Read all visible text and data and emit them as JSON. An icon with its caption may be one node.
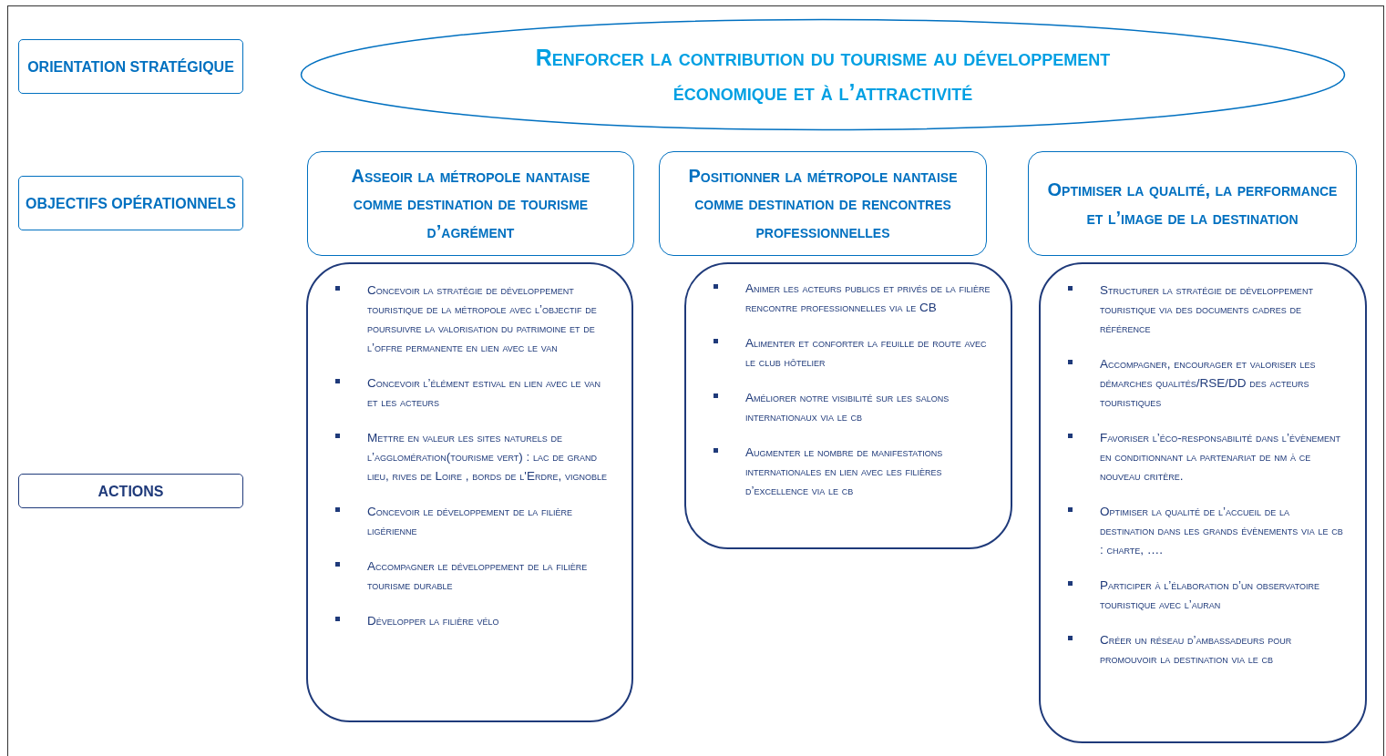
{
  "diagram": {
    "nodes": [
      {
        "text": [
          "ORIENTATION STRATÉGIQUE"
        ]
      },
      {
        "text": [
          "OBJECTIFS OPÉRATIONNELS"
        ]
      },
      {
        "text": [
          "ACTIONS"
        ]
      },
      {
        "text": [
          "Renforcer la contribution du tourisme au développement économique et à l’attractivité"
        ]
      },
      {
        "text": [
          "Asseoir la métropole nantaise comme destination de tourisme d’agrément"
        ]
      },
      {
        "text": [
          "Positionner la métropole nantaise comme destination de rencontres professionnelles"
        ]
      },
      {
        "text": [
          "Optimiser la qualité, la performance et l’image de la destination"
        ]
      },
      {
        "text": [
          "Concevoir la stratégie de développement touristique de la métropole avec l’objectif de poursuivre la valorisation du patrimoine et de l’offre permanente en lien avec le van",
          "Concevoir l’élément estival en lien avec le van et les acteurs",
          "Mettre en valeur les sites naturels de l’agglomération(tourisme vert) : lac de grand lieu, rives de Loire , bords de l'Erdre, vignoble",
          "Concevoir le développement de la filière ligérienne",
          "Accompagner le développement de la filière tourisme durable",
          "Développer la filière vélo"
        ]
      },
      {
        "text": [
          "Animer les acteurs publics et privés de la filière rencontre professionnelles via le CB",
          "Alimenter et conforter la feuille de route avec le club hôtelier",
          "Améliorer notre visibilité sur les salons internationaux via le cb",
          "Augmenter le nombre de manifestations internationales en lien avec les filières d’excellence via le cb"
        ]
      },
      {
        "text": [
          "Structurer la stratégie de développement touristique via des documents cadres de référence",
          "Accompagner, encourager et valoriser les démarches qualités/RSE/DD des acteurs touristiques",
          "Favoriser l’éco-responsabilité dans l’évènement en conditionnant la partenariat de nm à ce nouveau critère.",
          "Optimiser la qualité de l’accueil de la destination dans les grands évènements via le cb : charte, ….",
          "Participer à l’élaboration d’un observatoire touristique avec l’auran",
          "Créer un réseau d’ambassadeurs pour promouvoir la destination via le cb"
        ]
      }
    ],
    "edges": []
  }
}
